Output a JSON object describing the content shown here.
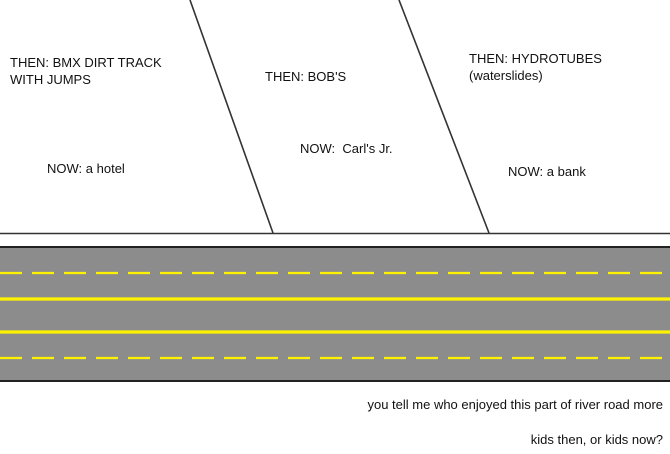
{
  "lots": [
    {
      "then_label": "THEN:",
      "then_text": "BMX DIRT TRACK\nWITH JUMPS",
      "now_label": "NOW:",
      "now_text": "a hotel"
    },
    {
      "then_label": "THEN:",
      "then_text": "BOB'S",
      "now_label": "NOW:",
      "now_text": "Carl's Jr."
    },
    {
      "then_label": "THEN:",
      "then_text": "HYDROTUBES\n(waterslides)",
      "now_label": "NOW:",
      "now_text": "a bank"
    }
  ],
  "caption": {
    "line1": "you tell me who enjoyed this part of river road more",
    "line2": "kids then, or kids now?"
  },
  "colors": {
    "road": "#8c8c8c",
    "road_edge": "#222222",
    "lane_marking": "#fff200",
    "lot_border": "#333333",
    "background": "#ffffff"
  }
}
